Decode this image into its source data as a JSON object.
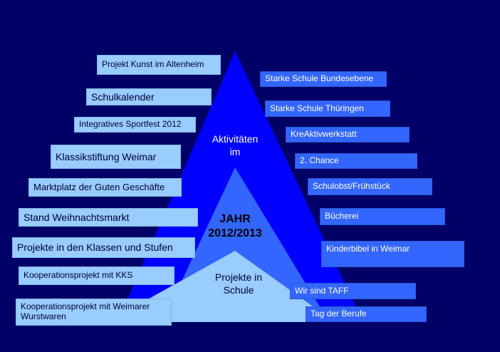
{
  "colors": {
    "background": "#000066",
    "triangle_outer": "#0000ff",
    "triangle_middle": "#3366ff",
    "triangle_inner": "#99ccff",
    "left_box": "#99ccff",
    "right_box": "#3366ff"
  },
  "triangle_labels": {
    "outer": "Aktivitäten\nim",
    "middle": "JAHR\n2012/2013",
    "inner": "Projekte in\nSchule"
  },
  "left_items": [
    "Projekt Kunst im Altenheim",
    "Schulkalender",
    "Integratives Sportfest 2012",
    "Klassikstiftung Weimar",
    "Marktplatz der Guten Geschäfte",
    "Stand Weihnachtsmarkt",
    "Projekte in den Klassen und Stufen",
    "Kooperationsprojekt mit KKS",
    "Kooperationsprojekt mit Weimarer Wurstwaren"
  ],
  "right_items": [
    "Starke Schule Bundesebene",
    "Starke Schule Thüringen",
    "KreAktivwerkstatt",
    "2. Chance",
    "Schulobst/Frühstück",
    "Bücherei",
    "Kinderbibel in Weimar",
    "Wir sind TAFF",
    "Tag der Berufe"
  ]
}
